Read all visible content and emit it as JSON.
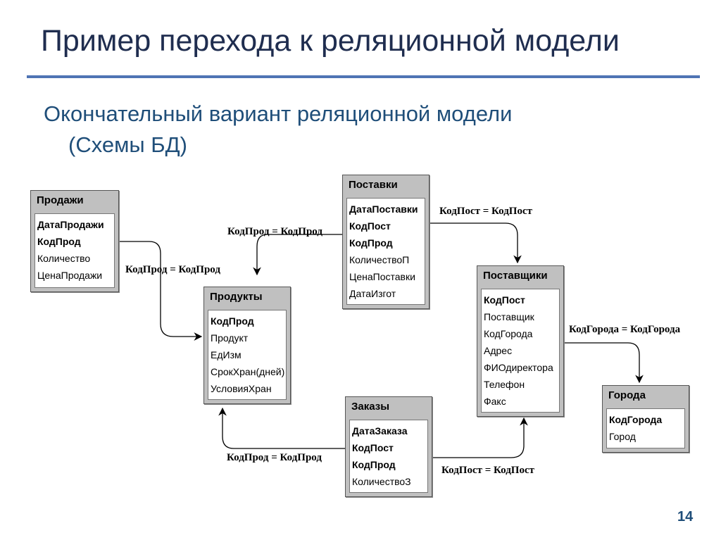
{
  "slide": {
    "title": "Пример перехода к реляционной модели",
    "subtitle_line1": "Окончательный вариант реляционной модели",
    "subtitle_line2": "(Схемы БД)",
    "page_number": "14"
  },
  "tables": {
    "prodazhi": {
      "name": "Продажи",
      "fields": [
        {
          "label": "ДатаПродажи",
          "key": true
        },
        {
          "label": "КодПрод",
          "key": true
        },
        {
          "label": "Количество",
          "key": false
        },
        {
          "label": "ЦенаПродажи",
          "key": false
        }
      ]
    },
    "postavki": {
      "name": "Поставки",
      "fields": [
        {
          "label": "ДатаПоставки",
          "key": true
        },
        {
          "label": "КодПост",
          "key": true
        },
        {
          "label": "КодПрод",
          "key": true
        },
        {
          "label": "КоличествоП",
          "key": false
        },
        {
          "label": "ЦенаПоставки",
          "key": false
        },
        {
          "label": "ДатаИзгот",
          "key": false
        }
      ]
    },
    "produkty": {
      "name": "Продукты",
      "fields": [
        {
          "label": "КодПрод",
          "key": true
        },
        {
          "label": "Продукт",
          "key": false
        },
        {
          "label": "ЕдИзм",
          "key": false
        },
        {
          "label": "СрокХран(дней)",
          "key": false
        },
        {
          "label": "УсловияХран",
          "key": false
        }
      ]
    },
    "postavshchiki": {
      "name": "Поставщики",
      "fields": [
        {
          "label": "КодПост",
          "key": true
        },
        {
          "label": "Поставщик",
          "key": false
        },
        {
          "label": "КодГорода",
          "key": false
        },
        {
          "label": "Адрес",
          "key": false
        },
        {
          "label": "ФИОдиректора",
          "key": false
        },
        {
          "label": "Телефон",
          "key": false
        },
        {
          "label": "Факс",
          "key": false
        }
      ]
    },
    "zakazy": {
      "name": "Заказы",
      "fields": [
        {
          "label": "ДатаЗаказа",
          "key": true
        },
        {
          "label": "КодПост",
          "key": true
        },
        {
          "label": "КодПрод",
          "key": true
        },
        {
          "label": "КоличествоЗ",
          "key": false
        }
      ]
    },
    "goroda": {
      "name": "Города",
      "fields": [
        {
          "label": "КодГорода",
          "key": true
        },
        {
          "label": "Город",
          "key": false
        }
      ]
    }
  },
  "relations": {
    "postavki_produkty": "КодПрод = КодПрод",
    "prodazhi_produkty": "КодПрод = КодПрод",
    "postavki_postavshchiki": "КодПост = КодПост",
    "postavshchiki_goroda": "КодГорода = КодГорода",
    "zakazy_produkty": "КодПрод = КодПрод",
    "zakazy_postavshchiki": "КодПост = КодПост"
  }
}
